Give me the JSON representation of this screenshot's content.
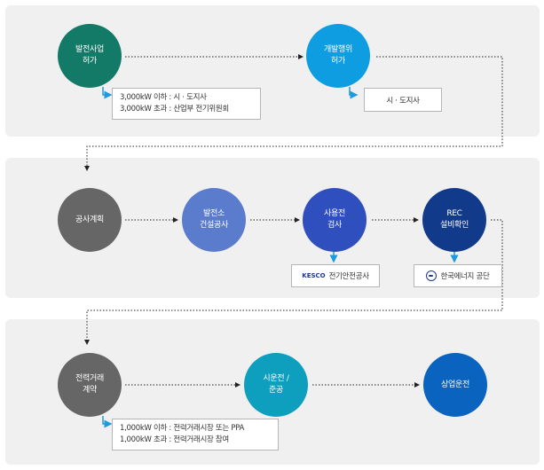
{
  "stages": [
    {
      "id": "power-generation-permit",
      "label": "발전사업\n허가",
      "color": "#137a67"
    },
    {
      "id": "development-permit",
      "label": "개발행위\n허가",
      "color": "#0e9de0"
    },
    {
      "id": "construction-plan",
      "label": "공사계획",
      "color": "#666666"
    },
    {
      "id": "plant-construction",
      "label": "발전소\n건설공사",
      "color": "#5b7ccc"
    },
    {
      "id": "usage-inspection",
      "label": "사용전\n검사",
      "color": "#2f4fbf"
    },
    {
      "id": "rec-facility-confirmation",
      "label": "REC\n설비확인",
      "color": "#123a8a"
    },
    {
      "id": "power-trade-contract",
      "label": "전력거래\n계약",
      "color": "#666666"
    },
    {
      "id": "test-operation",
      "label": "시운전 /\n준공",
      "color": "#0e9fbf"
    },
    {
      "id": "commercial-operation",
      "label": "상업운전",
      "color": "#0a63bf"
    }
  ],
  "notes": {
    "permit_rules": [
      "3,000kW 이하 : 시 · 도지사",
      "3,000kW 초과 : 산업부 전기위원회"
    ],
    "development_authority": "시 · 도지사",
    "trade_rules": [
      "1,000kW 이하 : 전력거래시장 또는 PPA",
      "1,000kW 초과 : 전력거래시장 참여"
    ]
  },
  "agencies": {
    "kesco_logo": "KESCO",
    "kesco_name": "전기안전공사",
    "energy_agency_name": "한국에너지 공단"
  },
  "colors": {
    "panel_bg": "#f0f0f0",
    "note_arrow": "#1e9be0",
    "agency_arrow": "#1e9be0",
    "flow_line": "#222222"
  }
}
